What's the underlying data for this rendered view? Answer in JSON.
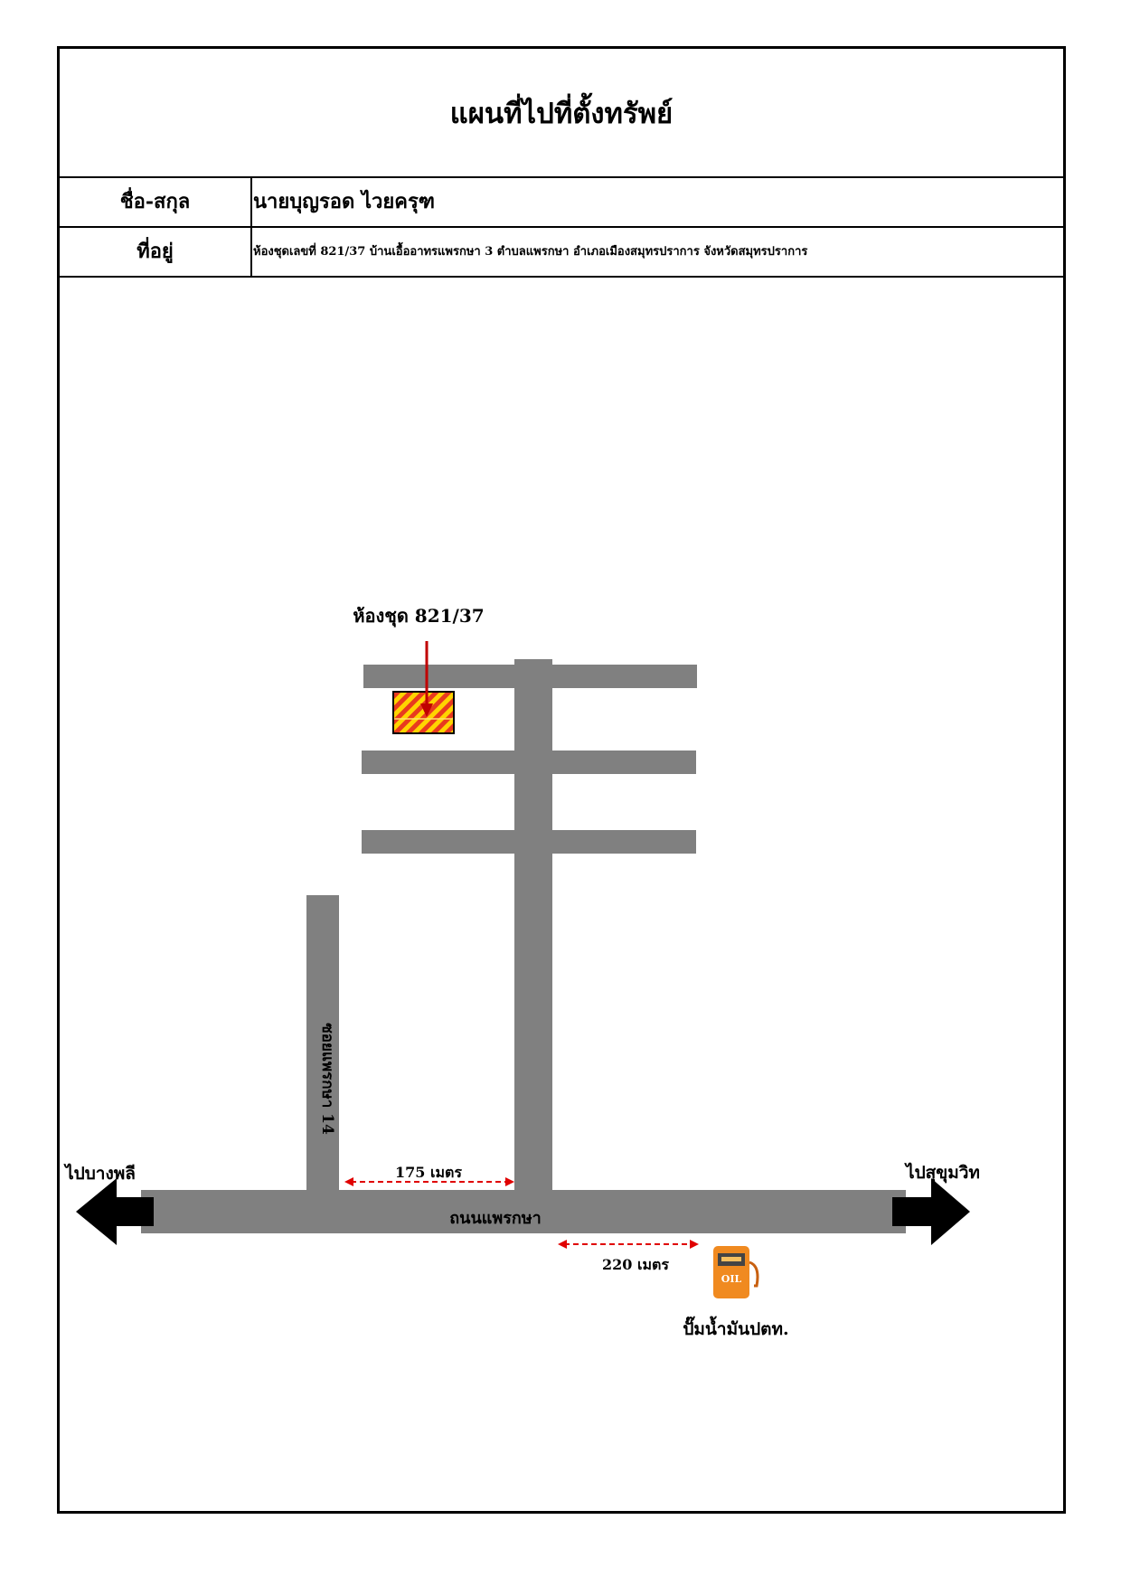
{
  "title": "แผนที่ไปที่ตั้งทรัพย์",
  "info": {
    "name_label": "ชื่อ-สกุล",
    "name_value": "นายบุญรอด ไวยครุฑ",
    "address_label": "ที่อยู่",
    "address_value": "ห้องชุดเลขที่ 821/37 บ้านเอื้ออาทรแพรกษา 3 ตำบลแพรกษา อำเภอเมืองสมุทรปราการ จังหวัดสมุทรปราการ"
  },
  "map": {
    "property_label": "ห้องชุด 821/37",
    "main_road_label": "ถนนแพรกษา",
    "soi_label": "ซอยแพรกษา 14",
    "left_direction": "ไปบางพลี",
    "right_direction": "ไปสุขุมวิท",
    "distance_1": "175 เมตร",
    "distance_2": "220 เมตร",
    "landmark_label": "ปั๊มน้ำมันปตท.",
    "oil_sign": "OIL",
    "colors": {
      "road": "#808080",
      "arrow": "#000000",
      "pointer": "#c00000",
      "distance": "#e00000",
      "property_fill": "#ffd400",
      "property_stripe": "#e83a1f",
      "pump": "#f08a20"
    },
    "icons": [
      "west-arrow-icon",
      "east-arrow-icon",
      "down-pointer-icon",
      "gas-pump-icon"
    ]
  }
}
